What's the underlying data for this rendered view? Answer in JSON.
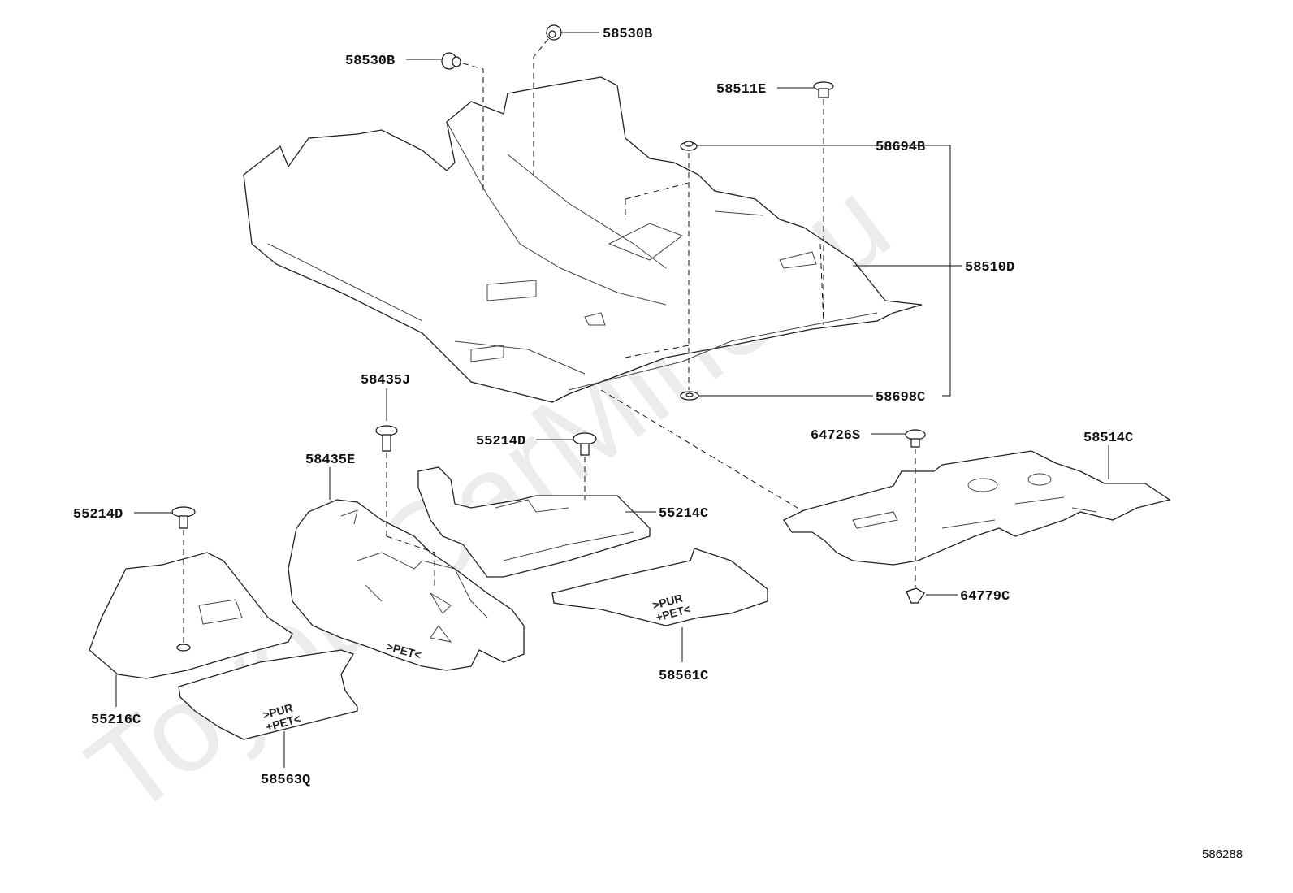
{
  "watermark": "ToyotaCarMine.ru",
  "diagram_id": "586288",
  "labels": {
    "clip_58530b_left": "58530B",
    "clip_58530b_top": "58530B",
    "clip_58511e": "58511E",
    "clip_58694b": "58694B",
    "carpet_58510d": "58510D",
    "clip_58698c": "58698C",
    "clip_58435j": "58435J",
    "mat_58435e": "58435E",
    "clip_55214d_mid": "55214D",
    "clip_64726s": "64726S",
    "mat_58514c": "58514C",
    "clip_55214d_left": "55214D",
    "mat_55214c": "55214C",
    "clip_64779c": "64779C",
    "mat_58561c": "58561C",
    "mat_55216c": "55216C",
    "mat_58563q": "58563Q"
  },
  "markings": {
    "pur_pet_right": ">PUR\n+PET<",
    "pur_pet_left": ">PUR\n+PET<",
    "pet": ">PET<"
  }
}
